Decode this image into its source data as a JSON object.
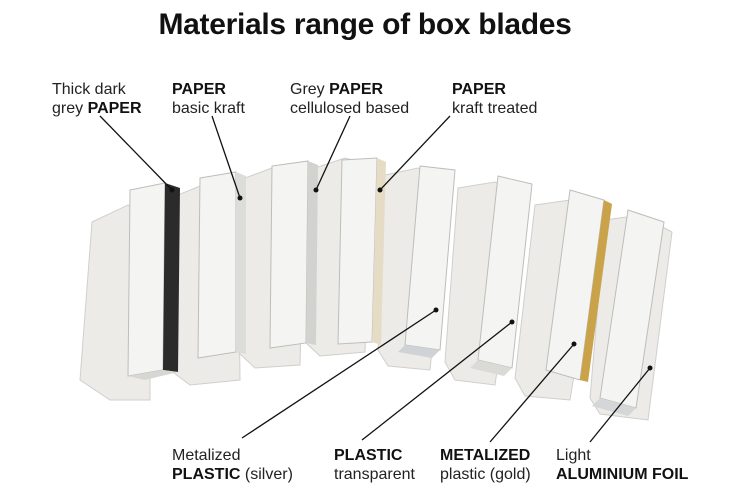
{
  "title": "Materials range of box blades",
  "labels": {
    "thick_dark_grey_paper": {
      "line1": "Thick dark",
      "line2_plain": "grey ",
      "line2_bold": "PAPER"
    },
    "paper_basic_kraft": {
      "line1_bold": "PAPER",
      "line2": "basic kraft"
    },
    "grey_paper_cellulosed": {
      "line1_plain": "Grey ",
      "line1_bold": "PAPER",
      "line2": "cellulosed based"
    },
    "paper_kraft_treated": {
      "line1_bold": "PAPER",
      "line2": "kraft treated"
    },
    "metalized_plastic_silver": {
      "line1": "Metalized",
      "line2_bold": "PLASTIC",
      "line2_plain": " (silver)"
    },
    "plastic_transparent": {
      "line1_bold": "PLASTIC",
      "line2": "transparent"
    },
    "metalized_plastic_gold": {
      "line1_bold": "METALIZED",
      "line2": "plastic (gold)"
    },
    "light_aluminium_foil": {
      "line1": "Light",
      "line2_bold": "ALUMINIUM FOIL"
    }
  },
  "colors": {
    "blade_face": "#f3f3f1",
    "blade_side": "#d9d9d6",
    "flap": "#ececea",
    "dark_strip": "#2b2b2b",
    "gold_strip": "#c9a24a",
    "silver_strip": "#cfd3d6",
    "leader": "#111111"
  }
}
